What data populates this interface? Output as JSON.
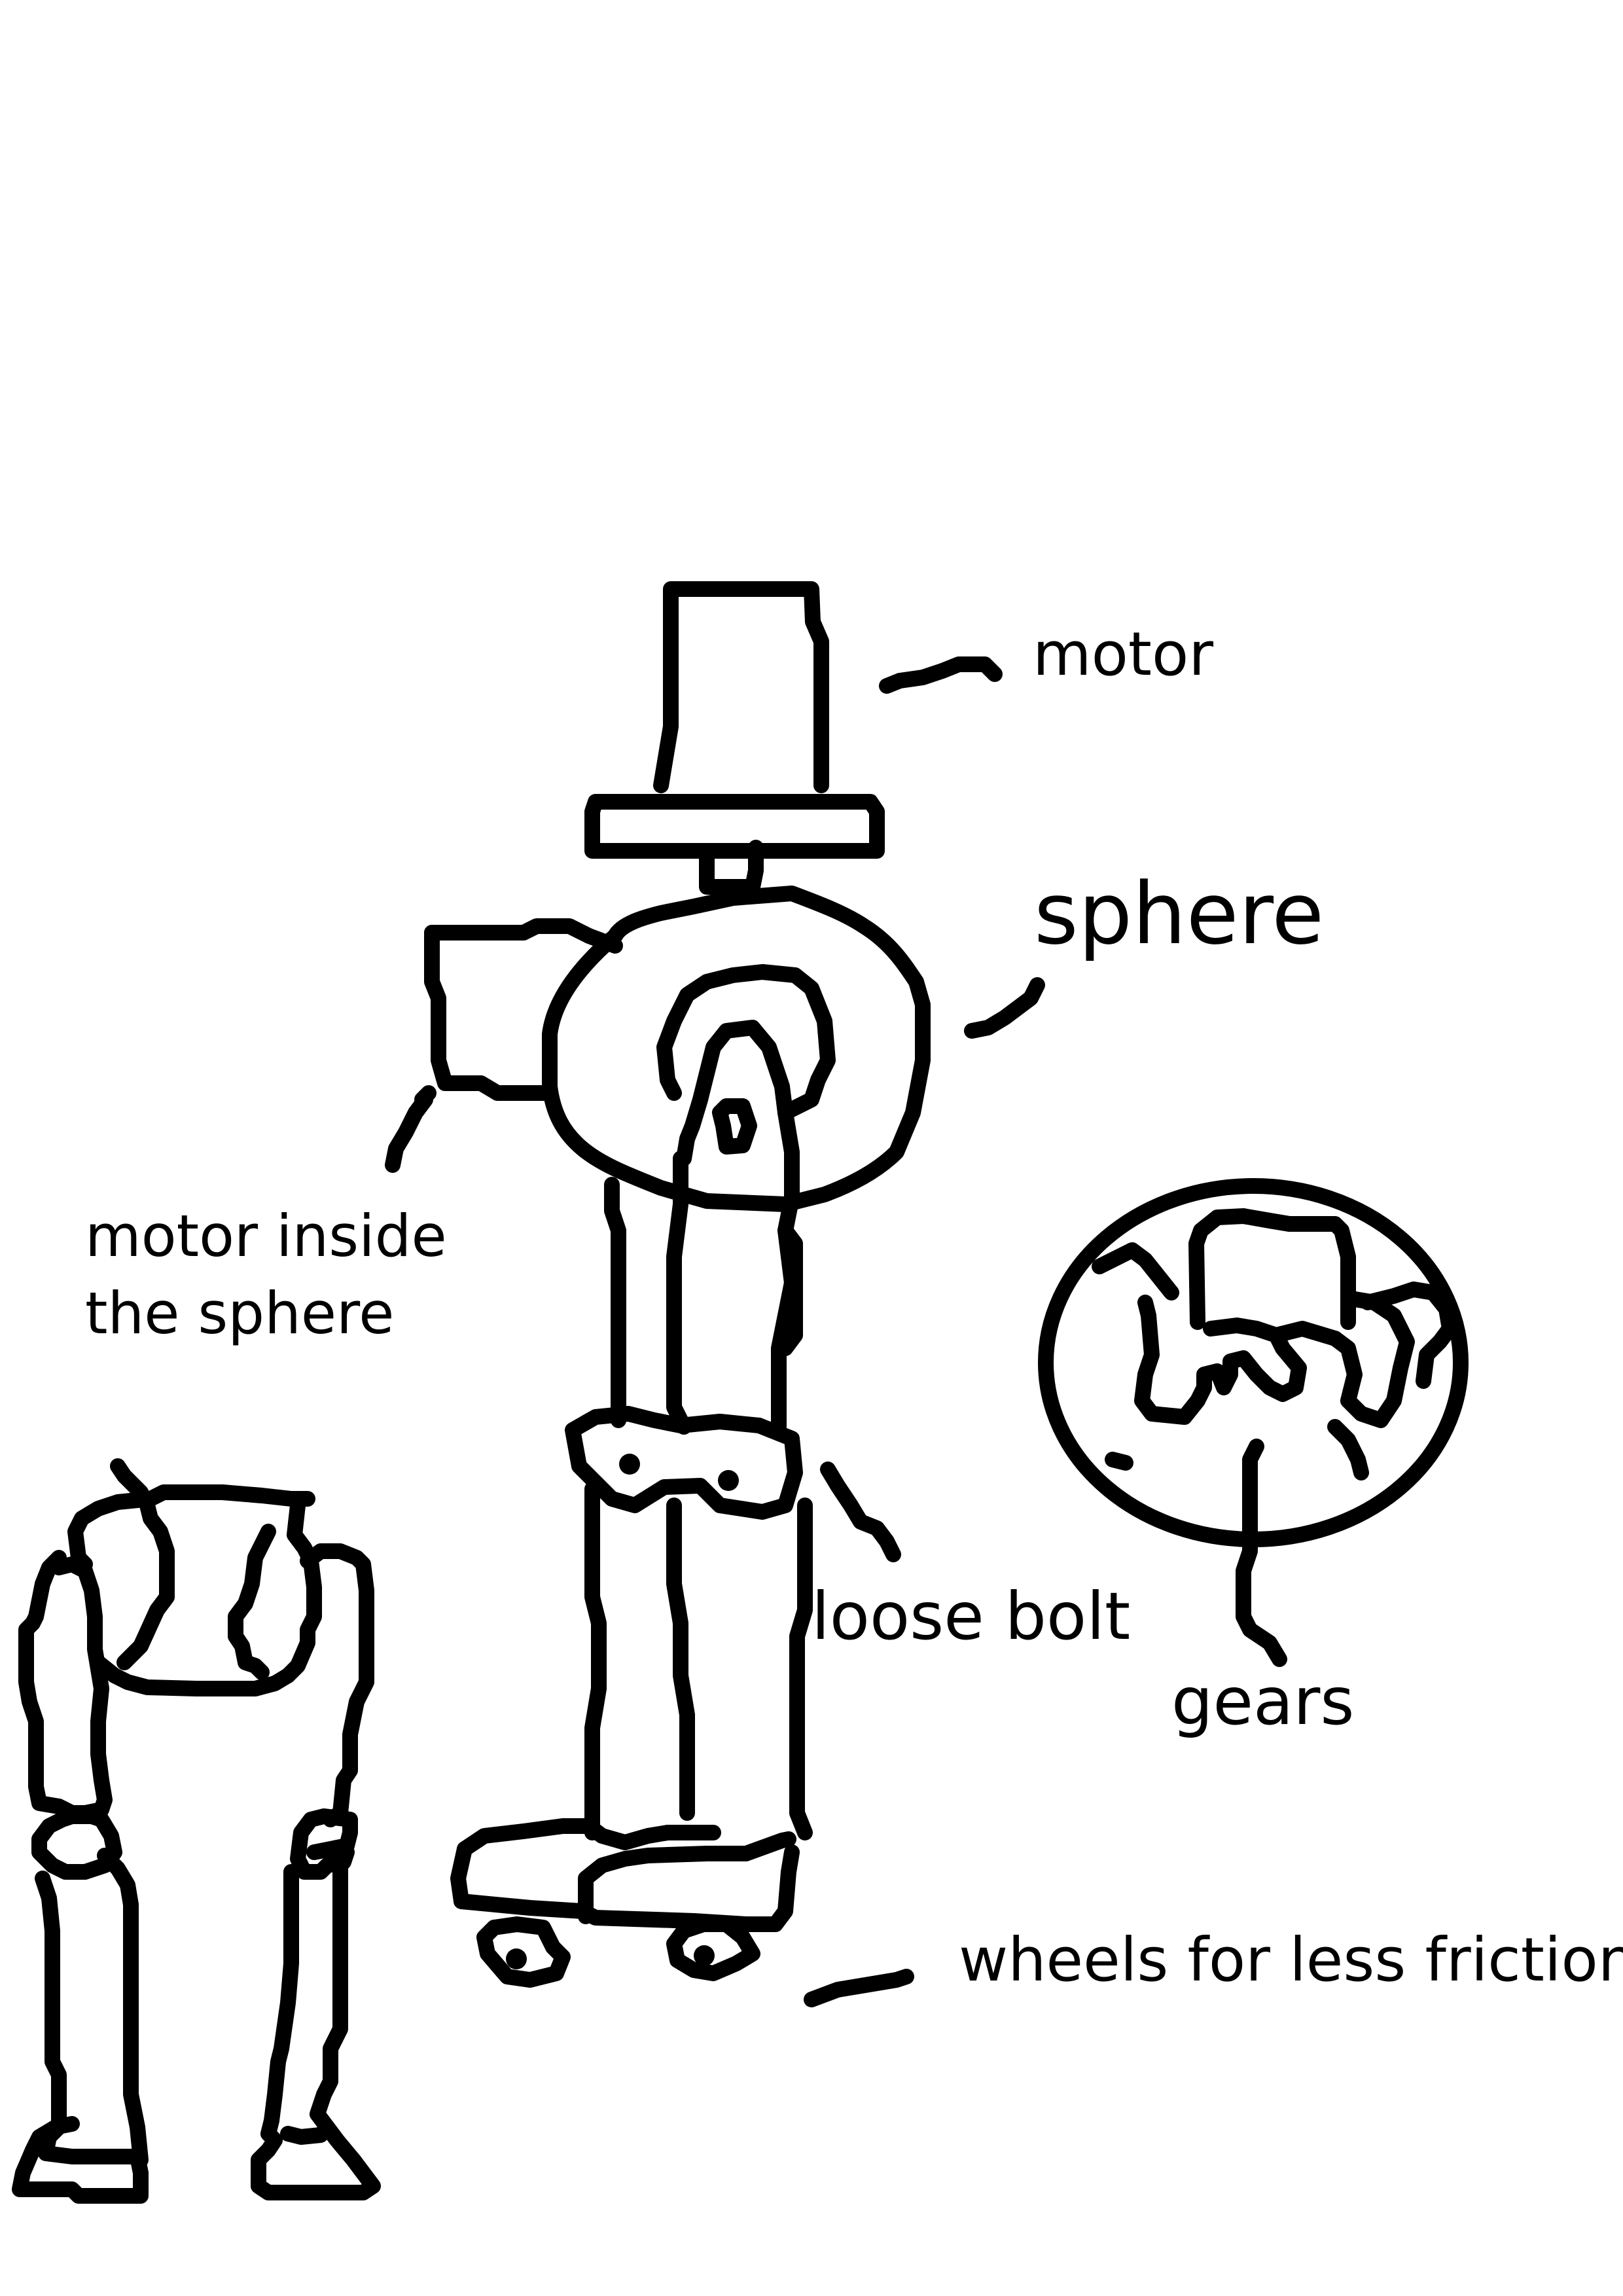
{
  "labels": {
    "motor": "motor",
    "sphere": "sphere",
    "motor_inside_line1": "motor inside",
    "motor_inside_line2": "the sphere",
    "loose_bolt": "loose bolt",
    "gears": "gears",
    "wheels": "wheels for less friction"
  },
  "colors": {
    "ink": "#000000",
    "background": "#ffffff"
  }
}
